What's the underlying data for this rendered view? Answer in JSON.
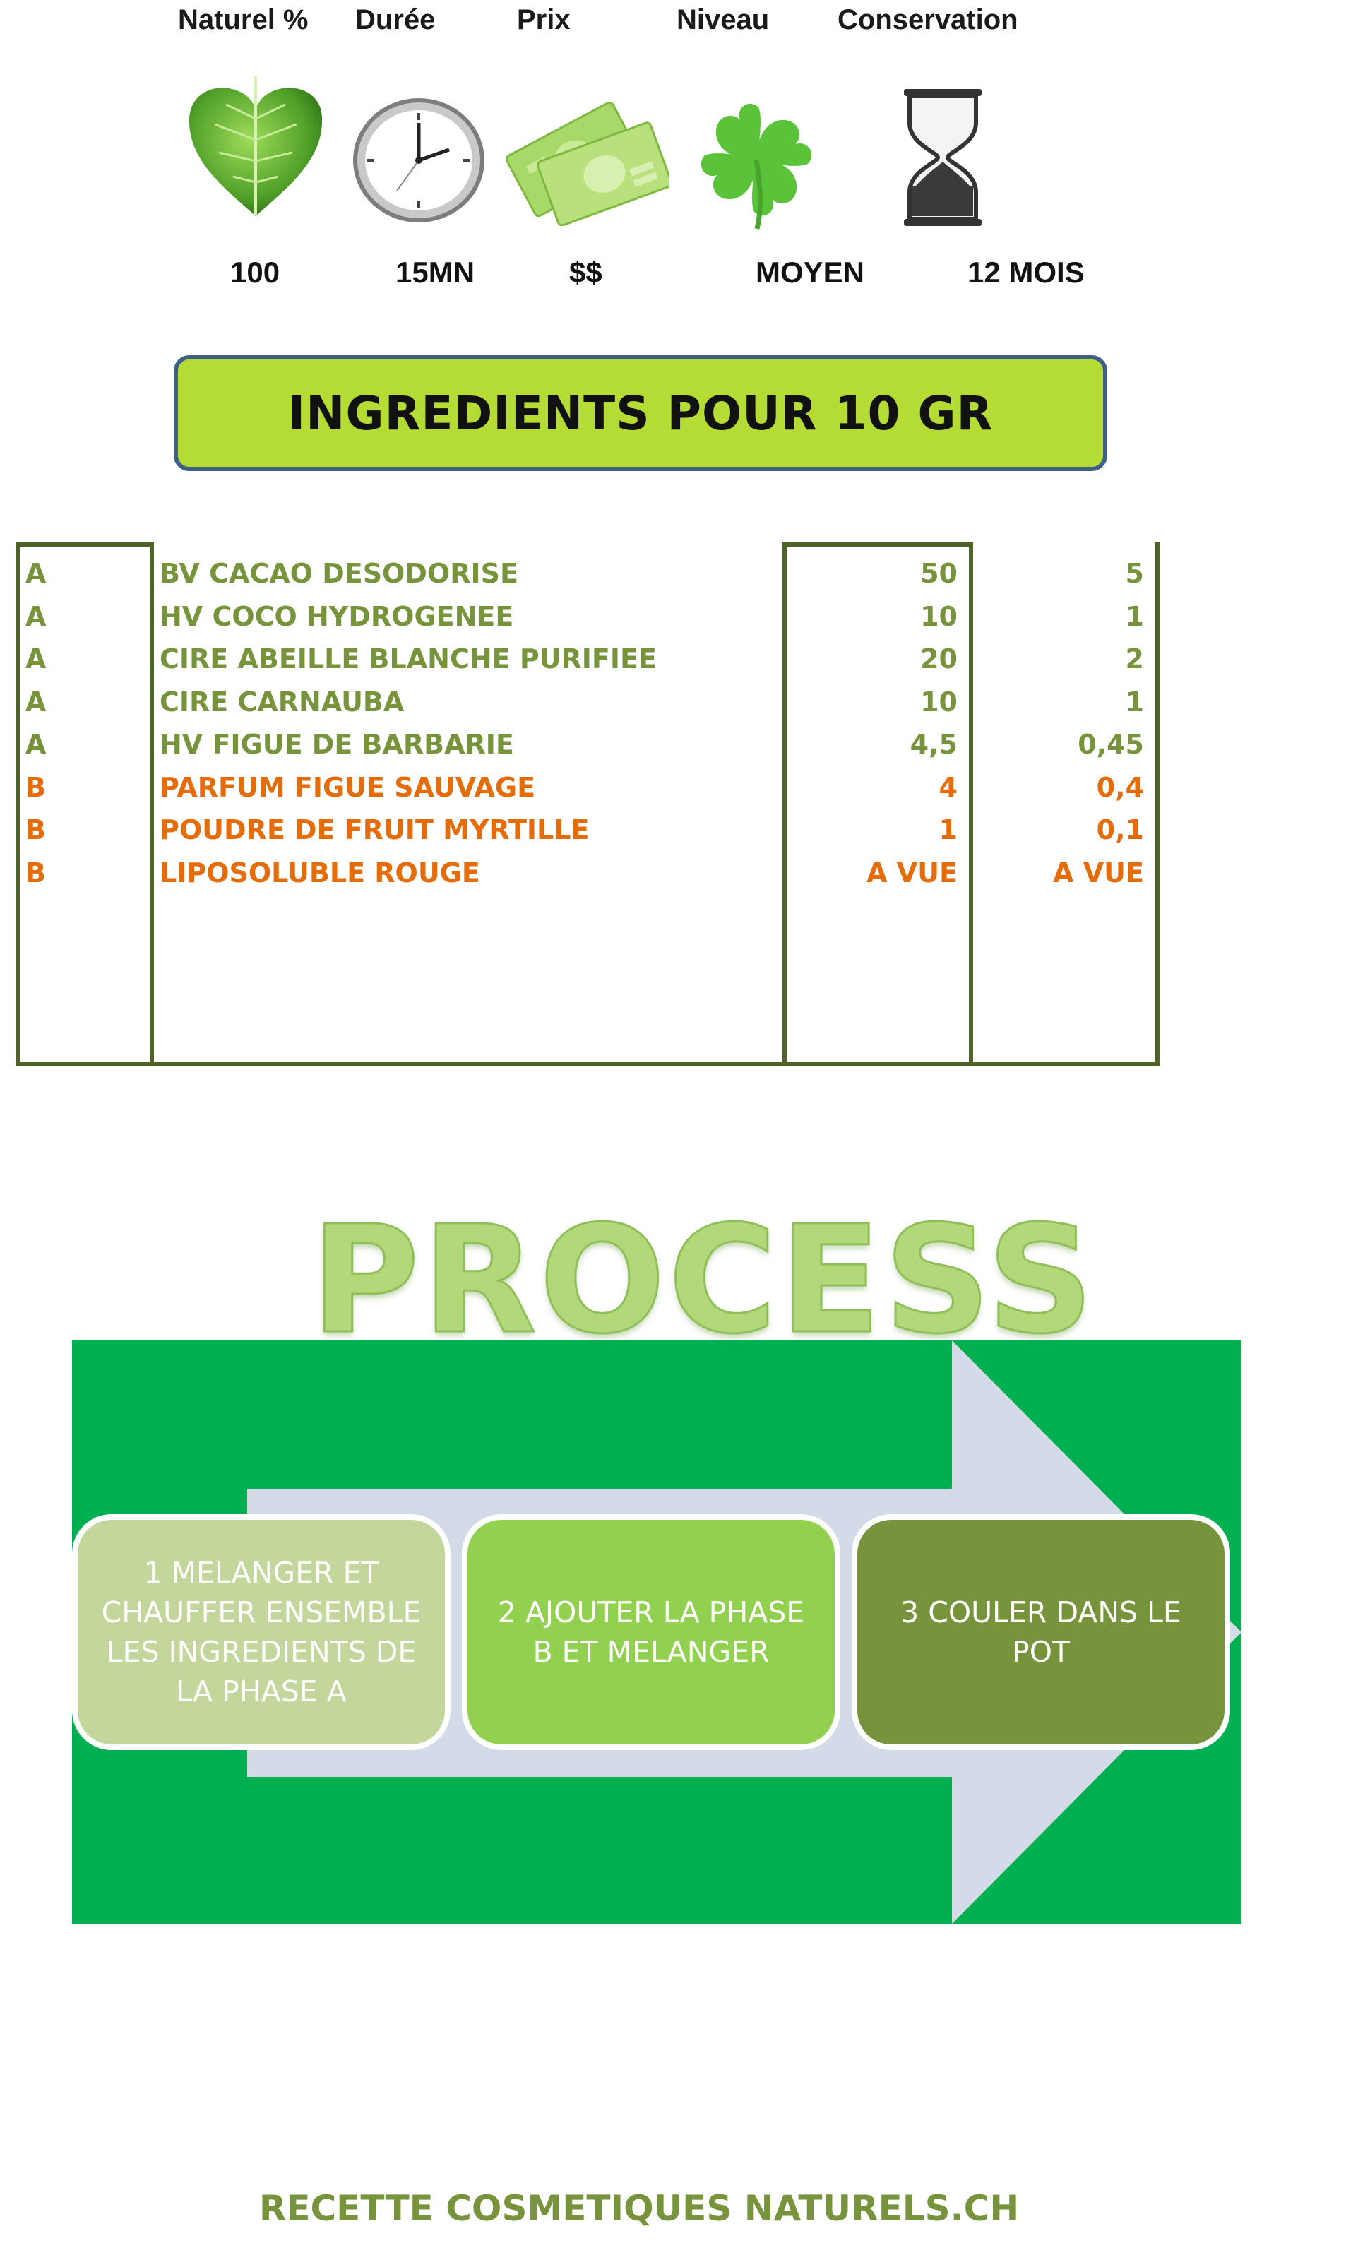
{
  "header": {
    "labels": [
      "Naturel %",
      "Durée",
      "Prix",
      "Niveau",
      "Conservation"
    ],
    "values": [
      "100",
      "15MN",
      "$$",
      "MOYEN",
      "12 MOIS"
    ],
    "icons": [
      "leaf-icon",
      "clock-icon",
      "money-icon",
      "clover-icon",
      "hourglass-icon"
    ]
  },
  "banner": {
    "title": "INGREDIENTS POUR 10 GR"
  },
  "ingredients": [
    {
      "phase": "A",
      "name": "BV CACAO DESODORISE",
      "percent": "50",
      "grams": "5",
      "color": "#77933c"
    },
    {
      "phase": "A",
      "name": "HV COCO HYDROGENEE",
      "percent": "10",
      "grams": "1",
      "color": "#77933c"
    },
    {
      "phase": "A",
      "name": "CIRE ABEILLE BLANCHE PURIFIEE",
      "percent": "20",
      "grams": "2",
      "color": "#77933c"
    },
    {
      "phase": "A",
      "name": "CIRE CARNAUBA",
      "percent": "10",
      "grams": "1",
      "color": "#77933c"
    },
    {
      "phase": "A",
      "name": "HV FIGUE DE BARBARIE",
      "percent": "4,5",
      "grams": "0,45",
      "color": "#77933c"
    },
    {
      "phase": "B",
      "name": "PARFUM FIGUE SAUVAGE",
      "percent": "4",
      "grams": "0,4",
      "color": "#e46c0a"
    },
    {
      "phase": "B",
      "name": "POUDRE DE FRUIT MYRTILLE",
      "percent": "1",
      "grams": "0,1",
      "color": "#e46c0a"
    },
    {
      "phase": "B",
      "name": "LIPOSOLUBLE ROUGE",
      "percent": "A VUE",
      "grams": "A VUE",
      "color": "#e46c0a"
    }
  ],
  "process": {
    "title": "PROCESS",
    "steps": [
      {
        "text": "1 MELANGER ET CHAUFFER ENSEMBLE LES INGREDIENTS DE LA PHASE A",
        "color": "#c3d69b"
      },
      {
        "text": "2 AJOUTER LA PHASE B ET MELANGER",
        "color": "#92d050"
      },
      {
        "text": "3 COULER DANS LE POT",
        "color": "#77933c"
      }
    ]
  },
  "footer": {
    "text": "RECETTE COSMETIQUES NATURELS.CH"
  }
}
